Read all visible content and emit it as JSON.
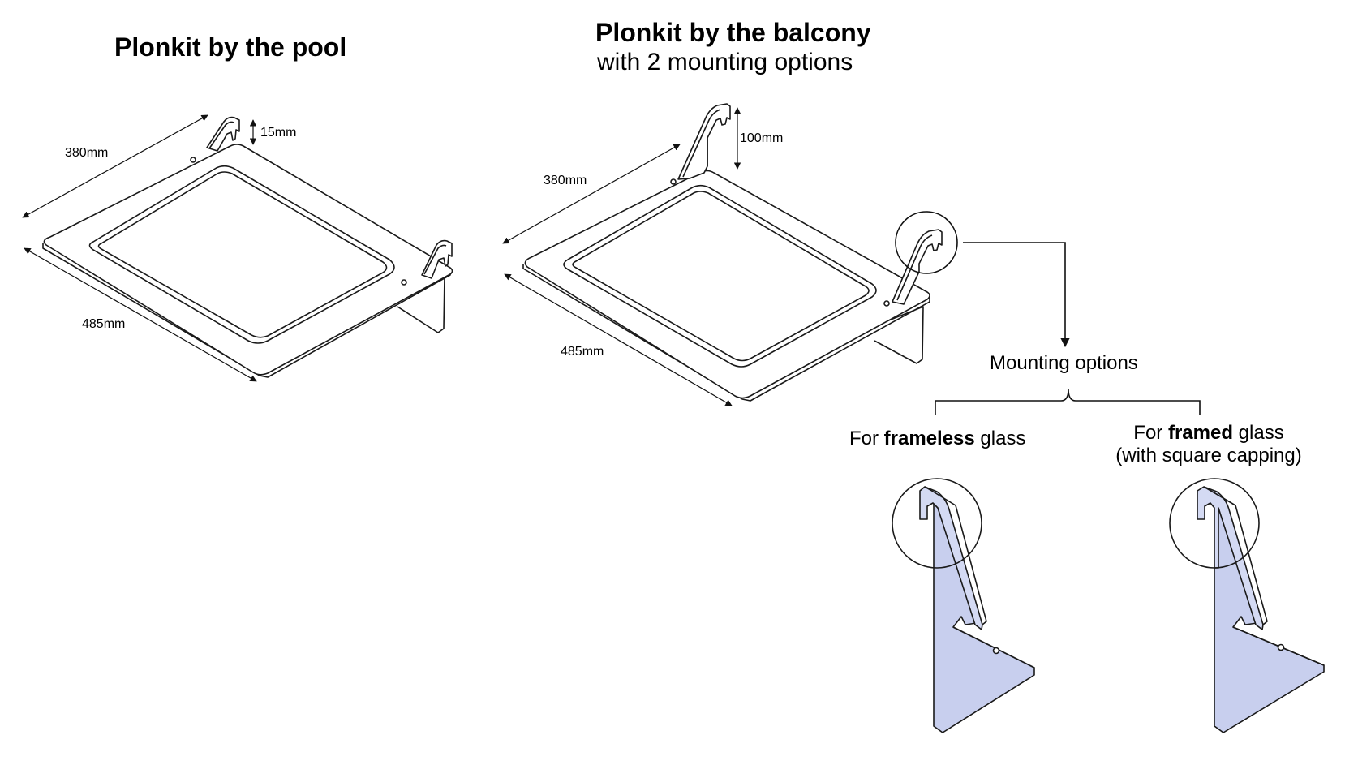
{
  "pool": {
    "title": "Plonkit by the pool",
    "dim_width": "380mm",
    "dim_length": "485mm",
    "dim_height": "15mm"
  },
  "balcony": {
    "title": "Plonkit by the balcony",
    "subtitle": "with 2 mounting options",
    "dim_width": "380mm",
    "dim_length": "485mm",
    "dim_height": "100mm"
  },
  "mounting": {
    "heading": "Mounting options",
    "frameless": {
      "pre": "For ",
      "bold": "frameless",
      "post": " glass"
    },
    "framed": {
      "pre": "For ",
      "bold": "framed",
      "post": " glass",
      "line2": "(with square capping)"
    }
  },
  "colors": {
    "bracket_fill": "#c8cfee",
    "line": "#1a1a1a"
  }
}
